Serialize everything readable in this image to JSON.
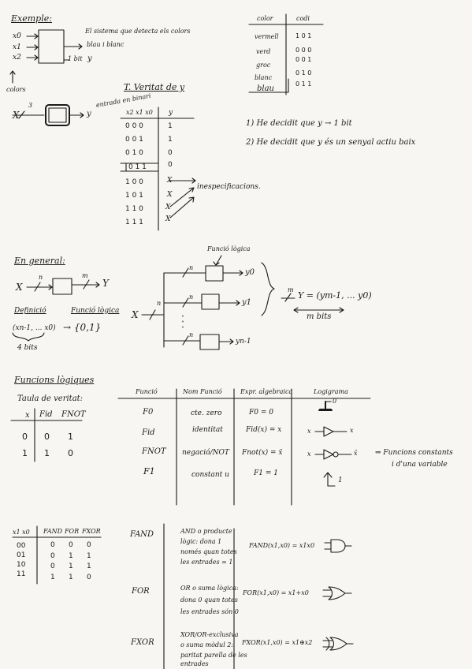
{
  "example": {
    "title": "Exemple:",
    "inputs": [
      "x0",
      "x1",
      "x2"
    ],
    "desc_line1": "El sistema que detecta els colors",
    "desc_line2": "blau i blanc",
    "out_label": "1 bit",
    "out_var": "y",
    "colors_label": "colors",
    "bus_label": "3"
  },
  "color_table": {
    "headers": [
      "color",
      "codi"
    ],
    "rows": [
      [
        "vermell",
        "1 0 1"
      ],
      [
        "verd",
        "0 0 0"
      ],
      [
        "groc",
        "0 0 1"
      ],
      [
        "blanc",
        "0 1 0"
      ],
      [
        "blau",
        "0 1 1"
      ]
    ]
  },
  "truth_table_y": {
    "title": "T. Veritat de y",
    "x_label": "X",
    "bus": "3",
    "out": "y",
    "side_note": "entrada en binari",
    "headers": [
      "x2 x1 x0",
      "y"
    ],
    "rows": [
      [
        "0 0 0",
        "1"
      ],
      [
        "0 0 1",
        "1"
      ],
      [
        "0 1 0",
        "0"
      ],
      [
        "0 1 1",
        "0"
      ],
      [
        "1 0 0",
        "X"
      ],
      [
        "1 0 1",
        "X"
      ],
      [
        "1 1 0",
        "X"
      ],
      [
        "1 1 1",
        "X"
      ]
    ],
    "annotation": "inespecificacions."
  },
  "decisions": [
    "1) He decidit que y → 1 bit",
    "2) He decidit que y és un senyal actiu baix"
  ],
  "general": {
    "title": "En general:",
    "x": "X",
    "n": "n",
    "m": "m",
    "y": "Y",
    "domain_label": "Definició",
    "func_label": "Funció lògica",
    "domain_expr": "(xn-1, ... x0)",
    "arrow_target": "→ {0,1}",
    "bits_note": "4 bits",
    "func_logica_top": "Funció lògica",
    "outputs": [
      "y0",
      "y1",
      "yn-1"
    ],
    "result": "Y = (ym-1, ... y0)",
    "m_bits": "m bits"
  },
  "logic": {
    "title": "Funcions lògiques",
    "truth_title": "Taula de veritat:",
    "truth_headers": [
      "x",
      "Fid",
      "FNOT"
    ],
    "truth_rows": [
      [
        "0",
        "0",
        "1"
      ],
      [
        "1",
        "1",
        "0"
      ]
    ],
    "headers": [
      "Funció",
      "Nom Funció",
      "Expr. algebraica",
      "Logigrama"
    ],
    "rows": [
      {
        "f": "F0",
        "name": "cte. zero",
        "expr": "F0 = 0"
      },
      {
        "f": "Fid",
        "name": "identitat",
        "expr": "Fid(x) = x"
      },
      {
        "f": "FNOT",
        "name": "negació/NOT",
        "expr": "Fnot(x) = x̄"
      },
      {
        "f": "F1",
        "name": "constant u",
        "expr": "F1 = 1"
      }
    ],
    "gate_labels": {
      "zero": "0",
      "x": "x",
      "xbar": "x̄",
      "one": "1"
    },
    "side_note1": "⇒ Funcions constants",
    "side_note2": "i d'una variable"
  },
  "two_var": {
    "headers": [
      "x1 x0",
      "FAND",
      "FOR",
      "FXOR"
    ],
    "rows": [
      [
        "00",
        "0",
        "0",
        "0"
      ],
      [
        "01",
        "0",
        "1",
        "1"
      ],
      [
        "10",
        "0",
        "1",
        "1"
      ],
      [
        "11",
        "1",
        "1",
        "0"
      ]
    ],
    "functions": [
      {
        "f": "FAND",
        "desc": [
          "AND o producte",
          "lògic: dona 1",
          "només quan totes",
          "les entrades = 1"
        ],
        "expr": "FAND(x1,x0) = x1x0"
      },
      {
        "f": "FOR",
        "desc": [
          "OR o suma lògica:",
          "dona 0 quan totes",
          "les entrades són 0"
        ],
        "expr": "FOR(x1,x0) = x1+x0"
      },
      {
        "f": "FXOR",
        "desc": [
          "XOR/OR-exclusiva",
          "o suma mòdul 2:",
          "paritat parella de les",
          "entrades"
        ],
        "expr": "FXOR(x1,x0) = x1⊕x2"
      }
    ]
  }
}
